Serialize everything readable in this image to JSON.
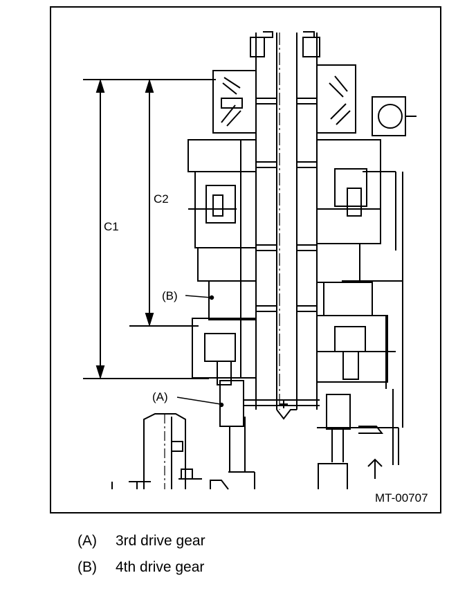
{
  "figure": {
    "code": "MT-00707",
    "labels": {
      "c1": "C1",
      "c2": "C2",
      "a": "(A)",
      "b": "(B)"
    }
  },
  "legend": [
    {
      "key": "(A)",
      "text": "3rd drive gear"
    },
    {
      "key": "(B)",
      "text": "4th drive gear"
    }
  ]
}
